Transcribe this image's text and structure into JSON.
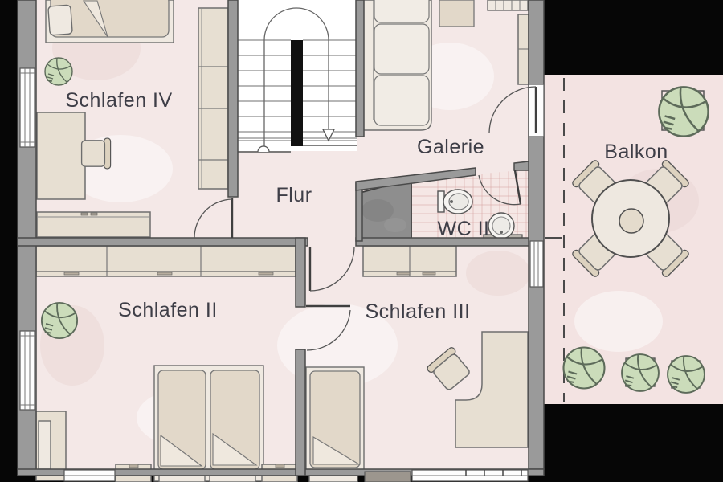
{
  "plan": {
    "type": "floor-plan",
    "rooms": {
      "schlafen_iv": {
        "label": "Schlafen IV",
        "furniture": [
          "bed",
          "plant",
          "desk",
          "chair",
          "wardrobe",
          "sideboard"
        ]
      },
      "flur": {
        "label": "Flur",
        "furniture": [
          "staircase"
        ]
      },
      "galerie": {
        "label": "Galerie",
        "furniture": [
          "sofa",
          "pouf",
          "shelf",
          "cabinet"
        ]
      },
      "wc_ii": {
        "label": "WC II",
        "furniture": [
          "shower",
          "toilet",
          "washbasin"
        ]
      },
      "balkon": {
        "label": "Balkon",
        "furniture": [
          "round table",
          "four chairs",
          "plants"
        ]
      },
      "schlafen_ii": {
        "label": "Schlafen II",
        "furniture": [
          "wardrobe",
          "double bed",
          "nightstands",
          "desk",
          "plant"
        ]
      },
      "schlafen_iii": {
        "label": "Schlafen III",
        "furniture": [
          "wardrobe",
          "single bed",
          "corner desk",
          "chair"
        ]
      }
    },
    "stairs": {
      "direction_arrow": "down",
      "flights": 2
    },
    "colors": {
      "floor": "#f4e8e7",
      "balcony_floor": "#f3e3e2",
      "wall": "#9a9a9a",
      "wall_outline": "#4a4a4a",
      "outside": "#060606",
      "furniture": "#e7dfd2",
      "plant": "#cbdcba",
      "shower": "#8e8e8e",
      "label_text": "#3e3e47"
    }
  }
}
